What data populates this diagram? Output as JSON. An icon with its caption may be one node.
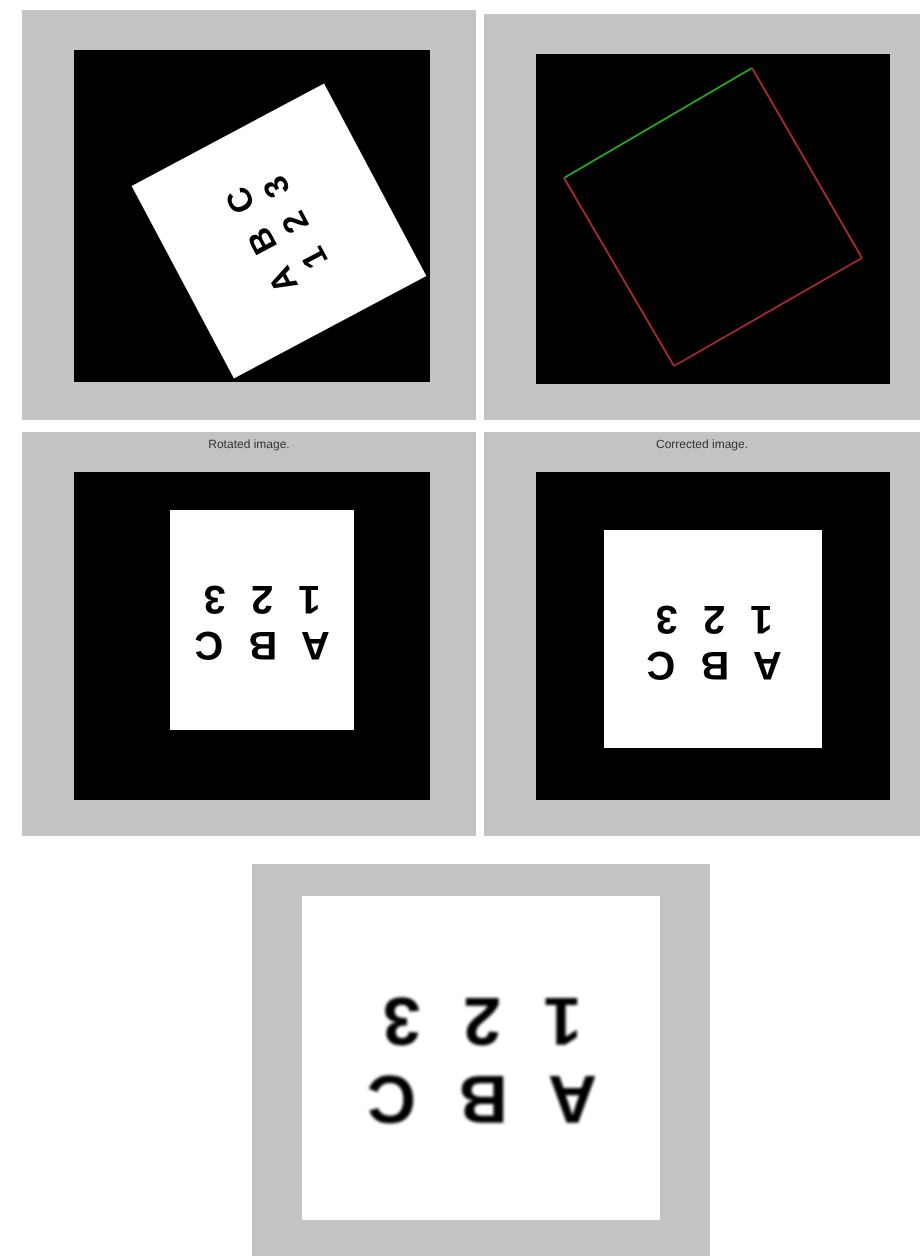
{
  "diagram": {
    "labels": [
      "A B C",
      "1 2 3",
      "Rotated image.",
      "A B C",
      "1 2 3",
      "Corrected image.",
      "A B C",
      "1 2 3",
      "A B C",
      "1 2 3"
    ]
  }
}
